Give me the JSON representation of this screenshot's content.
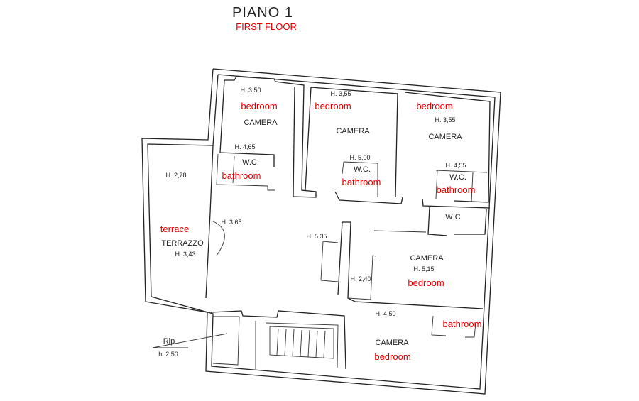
{
  "title": "PIANO   1",
  "subtitle": "FIRST FLOOR",
  "rooms": {
    "camera1": {
      "name": "CAMERA",
      "height": "H. 3,50",
      "translation": "bedroom"
    },
    "camera2": {
      "name": "CAMERA",
      "height": "H. 3,55",
      "translation": "bedroom"
    },
    "camera3": {
      "name": "CAMERA",
      "height": "H. 3,55",
      "translation": "bedroom"
    },
    "wc1": {
      "name": "W.C.",
      "height": "H. 4,65",
      "translation": "bathroom"
    },
    "wc2": {
      "name": "W.C.",
      "height": "H. 5,00",
      "translation": "bathroom"
    },
    "wc3": {
      "name": "W.C.",
      "height": "H. 4,55",
      "translation": "bathroom"
    },
    "terrace_upper": {
      "height": "H. 2,78"
    },
    "terrazzo": {
      "name": "TERRAZZO",
      "height": "H. 3,43",
      "translation": "terrace"
    },
    "hall": {
      "height": "H. 3,65"
    },
    "central": {
      "height": "H. 5,35"
    },
    "wc4": {
      "name": "W C"
    },
    "camera4": {
      "name": "CAMERA",
      "height": "H. 5,15",
      "translation": "bedroom"
    },
    "closet": {
      "height": "H. 2,40"
    },
    "camera5": {
      "name": "CAMERA",
      "height": "H. 4,50",
      "translation": "bedroom"
    },
    "wc5": {
      "translation": "bathroom"
    },
    "landing": {
      "name": "Rip",
      "height": "h. 2.50"
    }
  }
}
